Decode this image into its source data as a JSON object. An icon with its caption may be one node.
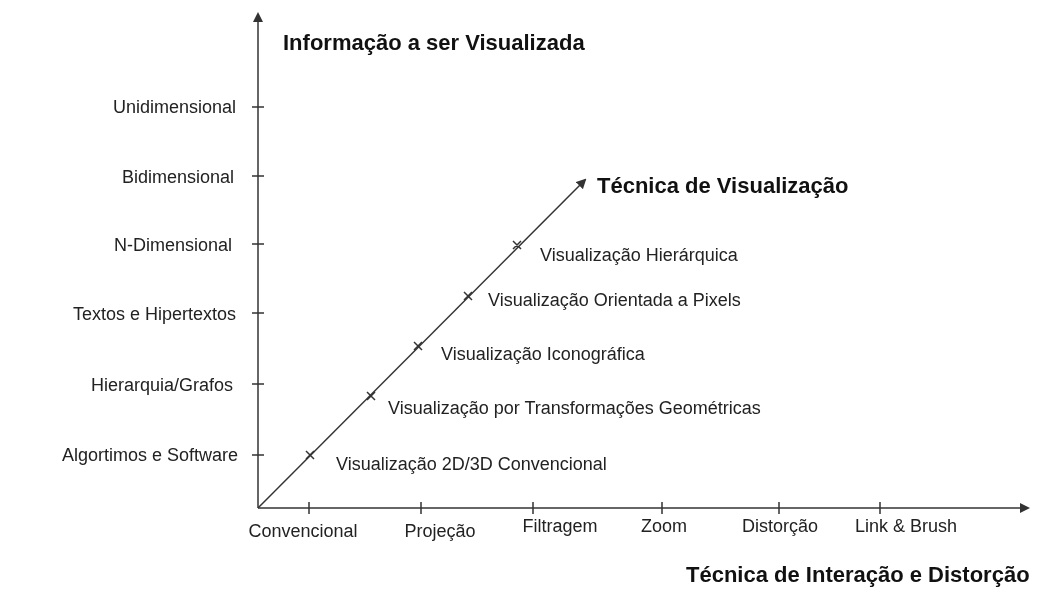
{
  "diagram": {
    "labels": [
      "Informação a ser Visualizada",
      "Unidimensional",
      "Bidimensional",
      "Técnica de Visualização",
      "N-Dimensional",
      "Visualização Hierárquica",
      "Visualização Orientada a Pixels",
      "Textos e Hipertextos",
      "Visualização Iconográfica",
      "Hierarquia/Grafos",
      "Visualização por Transformações Geométricas",
      "Algortimos e Software",
      "Visualização 2D/3D Convencional",
      "Convencional",
      "Projeção",
      "Filtragem",
      "Zoom",
      "Distorção",
      "Link & Brush",
      "Técnica de Interação e Distorção"
    ]
  }
}
